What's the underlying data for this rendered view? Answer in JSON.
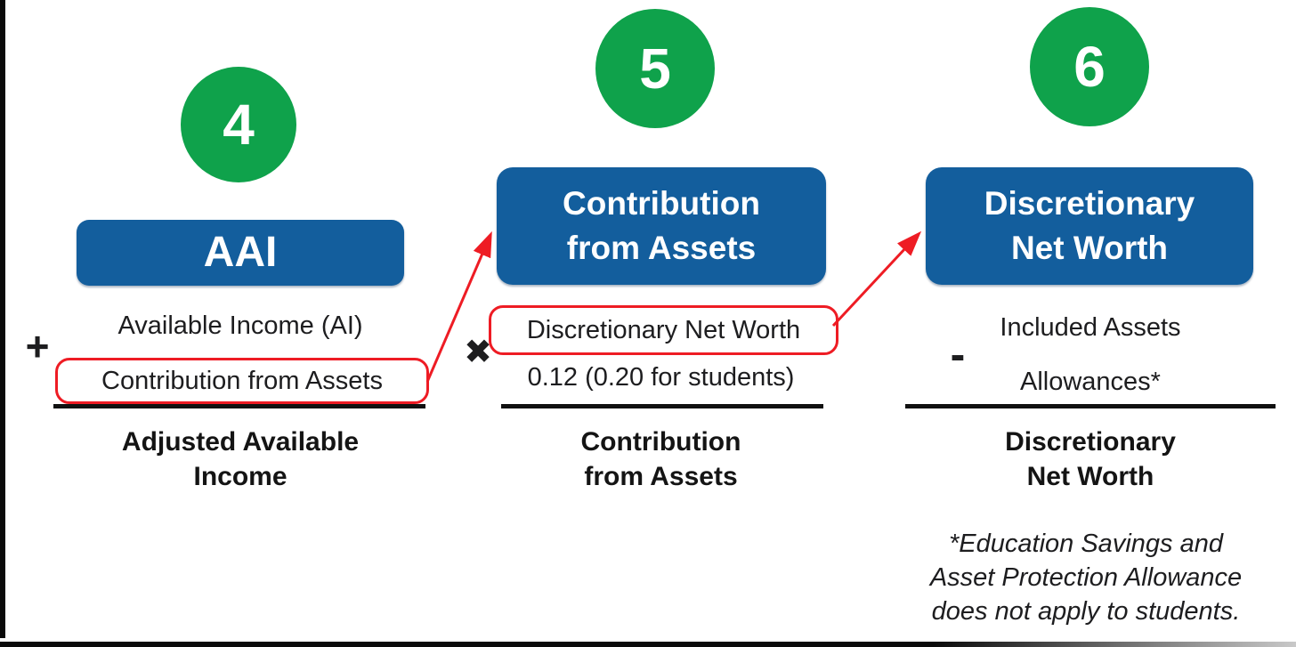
{
  "palette": {
    "green": "#0fa24b",
    "blue": "#135e9d",
    "red": "#ee1c24",
    "text": "#1d1d1f"
  },
  "steps": [
    {
      "badge": "4",
      "title": "AAI",
      "operator": "+",
      "top_line": "Available Income (AI)",
      "boxed_line": "Contribution from Assets",
      "result": "Adjusted Available\nIncome"
    },
    {
      "badge": "5",
      "title": "Contribution\nfrom Assets",
      "operator": "✖",
      "boxed_line": "Discretionary Net Worth",
      "bottom_line": "0.12 (0.20 for students)",
      "result": "Contribution\nfrom Assets"
    },
    {
      "badge": "6",
      "title": "Discretionary\nNet Worth",
      "operator": "-",
      "top_line": "Included Assets",
      "bottom_line": "Allowances*",
      "result": "Discretionary\nNet Worth",
      "footnote": "*Education Savings and\nAsset Protection Allowance\ndoes not apply to students."
    }
  ]
}
